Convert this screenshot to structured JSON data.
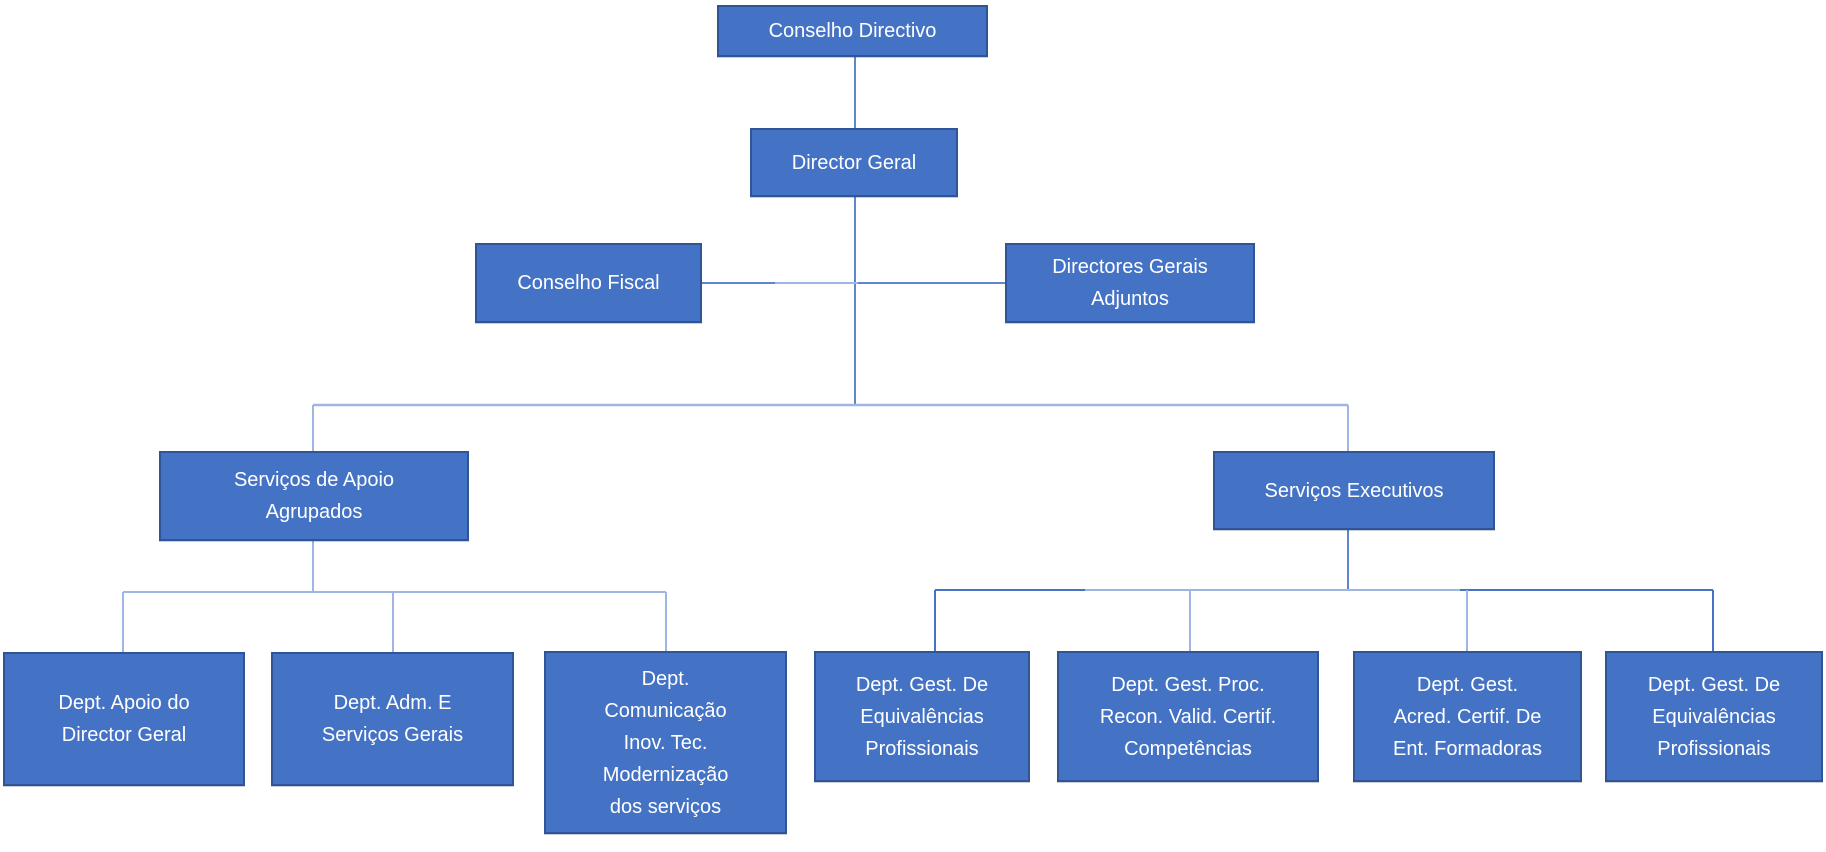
{
  "chart": {
    "type": "org-chart",
    "language": "pt",
    "nodes": [
      {
        "id": "conselho-directivo",
        "label": "Conselho Directivo"
      },
      {
        "id": "director-geral",
        "label": "Director Geral"
      },
      {
        "id": "conselho-fiscal",
        "label": "Conselho Fiscal"
      },
      {
        "id": "directores-gerais-adjuntos",
        "label": "Directores Gerais\nAdjuntos"
      },
      {
        "id": "servicos-apoio-agrupados",
        "label": "Serviços de Apoio\nAgrupados"
      },
      {
        "id": "servicos-executivos",
        "label": "Serviços Executivos"
      },
      {
        "id": "dept-apoio-director-geral",
        "label": "Dept. Apoio do\nDirector Geral"
      },
      {
        "id": "dept-adm-servicos-gerais",
        "label": "Dept. Adm. E\nServiços Gerais"
      },
      {
        "id": "dept-comunicacao",
        "label": "Dept.\nComunicação\nInov. Tec.\nModernização\ndos serviços"
      },
      {
        "id": "dept-gest-equivalencias-1",
        "label": "Dept. Gest. De\nEquivalências\nProfissionais"
      },
      {
        "id": "dept-gest-proc-recon",
        "label": "Dept. Gest. Proc.\nRecon. Valid. Certif.\nCompetências"
      },
      {
        "id": "dept-gest-acred",
        "label": "Dept. Gest.\nAcred. Certif. De\nEnt. Formadoras"
      },
      {
        "id": "dept-gest-equivalencias-2",
        "label": "Dept. Gest. De\nEquivalências\nProfissionais"
      }
    ],
    "edges": [
      {
        "from": "conselho-directivo",
        "to": "director-geral"
      },
      {
        "from": "director-geral",
        "to": "conselho-fiscal"
      },
      {
        "from": "director-geral",
        "to": "directores-gerais-adjuntos"
      },
      {
        "from": "director-geral",
        "to": "servicos-apoio-agrupados"
      },
      {
        "from": "director-geral",
        "to": "servicos-executivos"
      },
      {
        "from": "servicos-apoio-agrupados",
        "to": "dept-apoio-director-geral"
      },
      {
        "from": "servicos-apoio-agrupados",
        "to": "dept-adm-servicos-gerais"
      },
      {
        "from": "servicos-apoio-agrupados",
        "to": "dept-comunicacao"
      },
      {
        "from": "servicos-executivos",
        "to": "dept-gest-equivalencias-1"
      },
      {
        "from": "servicos-executivos",
        "to": "dept-gest-proc-recon"
      },
      {
        "from": "servicos-executivos",
        "to": "dept-gest-acred"
      },
      {
        "from": "servicos-executivos",
        "to": "dept-gest-equivalencias-2"
      }
    ],
    "colors": {
      "node_fill": "#4472C4",
      "node_border": "#2F5597",
      "node_text": "#FFFFFF",
      "connector_light": "#9FB6E2",
      "connector_medium": "#5E87CB",
      "connector_dark": "#4472C4",
      "background": "#FFFFFF"
    }
  }
}
